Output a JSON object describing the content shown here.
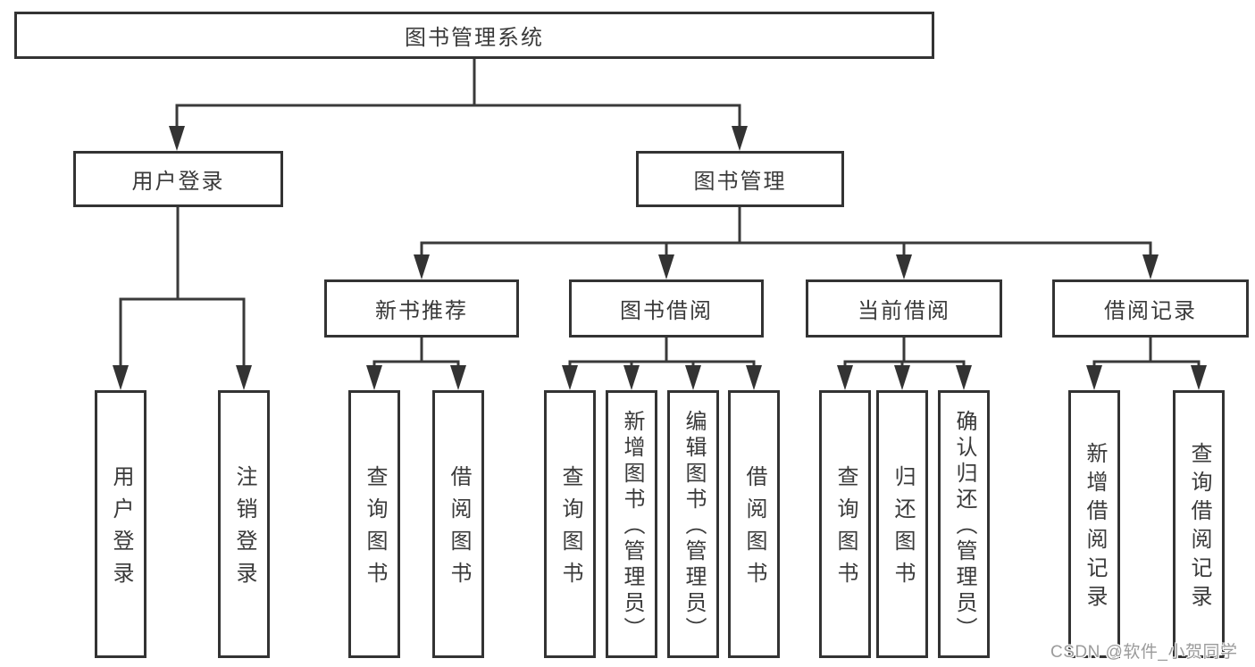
{
  "diagram": {
    "root": {
      "label": "图书管理系统"
    },
    "level2": [
      {
        "label": "用户登录"
      },
      {
        "label": "图书管理"
      }
    ],
    "level3": [
      {
        "label": "新书推荐"
      },
      {
        "label": "图书借阅"
      },
      {
        "label": "当前借阅"
      },
      {
        "label": "借阅记录"
      }
    ],
    "leaves": [
      {
        "label": "用户登录"
      },
      {
        "label": "注销登录"
      },
      {
        "label": "查询图书"
      },
      {
        "label": "借阅图书"
      },
      {
        "label": "查询图书"
      },
      {
        "label": "新增图书（管理员）"
      },
      {
        "label": "编辑图书（管理员）"
      },
      {
        "label": "借阅图书"
      },
      {
        "label": "查询图书"
      },
      {
        "label": "归还图书"
      },
      {
        "label": "确认归还（管理员）"
      },
      {
        "label": "新增借阅记录"
      },
      {
        "label": "查询借阅记录"
      }
    ],
    "colors": {
      "line": "#3a3a3a",
      "box_border": "#333333",
      "box_background": "#ffffff",
      "text": "#3a3a3a",
      "watermark": "#9b9b9b"
    }
  },
  "watermark": {
    "text": "CSDN @软件_小贺同学"
  }
}
